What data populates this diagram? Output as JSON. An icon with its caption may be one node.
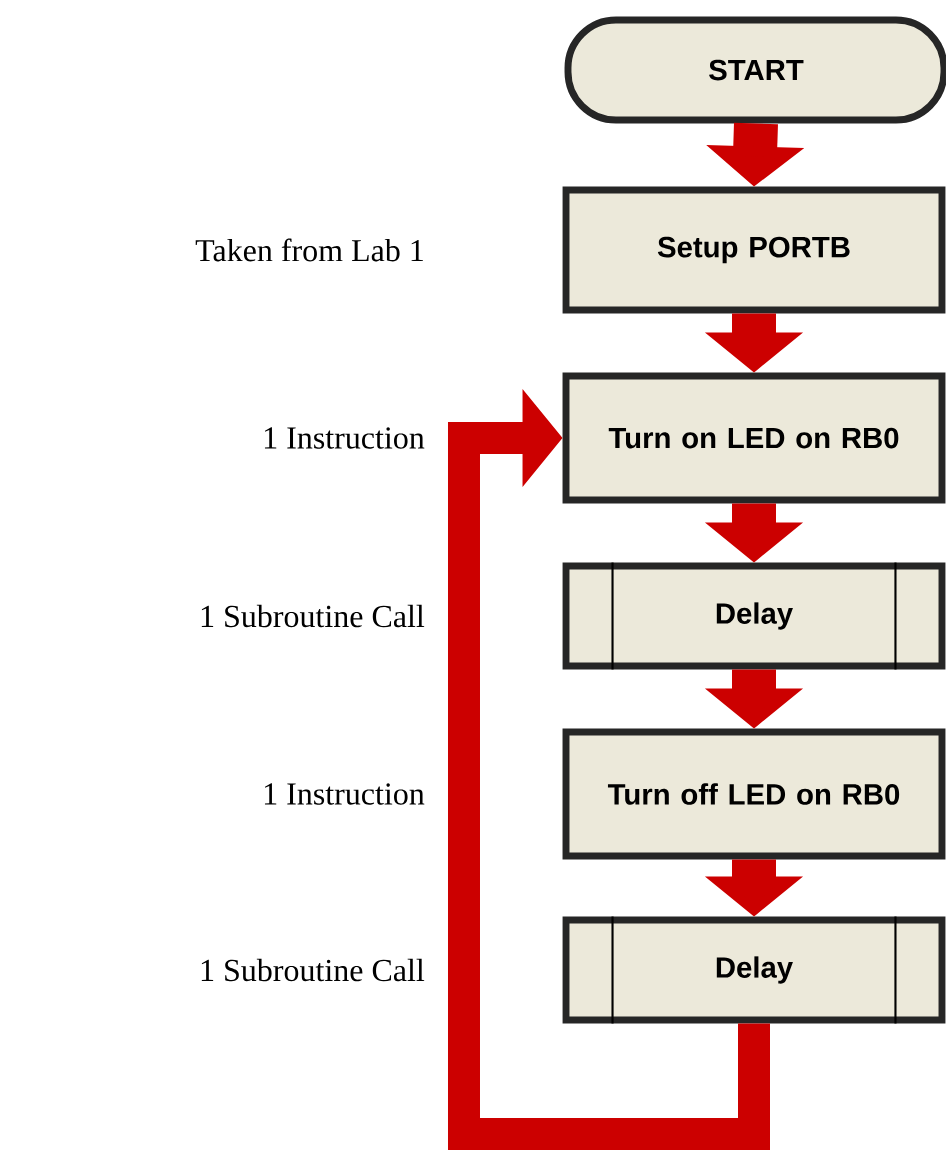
{
  "diagram": {
    "nodes": [
      {
        "text": [
          "START"
        ]
      },
      {
        "text": [
          "Setup PORTB"
        ]
      },
      {
        "text": [
          "Turn on LED on RB0"
        ]
      },
      {
        "text": [
          "Delay"
        ]
      },
      {
        "text": [
          "Turn off LED on RB0"
        ]
      },
      {
        "text": [
          "Delay"
        ]
      }
    ],
    "edges": [
      {
        "from": 0,
        "to": 1,
        "arrow": "to"
      },
      {
        "from": 1,
        "to": 2,
        "arrow": "to"
      },
      {
        "from": 2,
        "to": 3,
        "arrow": "to"
      },
      {
        "from": 3,
        "to": 4,
        "arrow": "to"
      },
      {
        "from": 4,
        "to": 5,
        "arrow": "to"
      },
      {
        "from": 5,
        "to": 2,
        "arrow": "to"
      }
    ],
    "labels": [
      "Taken from Lab 1",
      "1 Instruction",
      "1 Subroutine Call",
      "1 Instruction",
      "1 Subroutine Call"
    ]
  }
}
